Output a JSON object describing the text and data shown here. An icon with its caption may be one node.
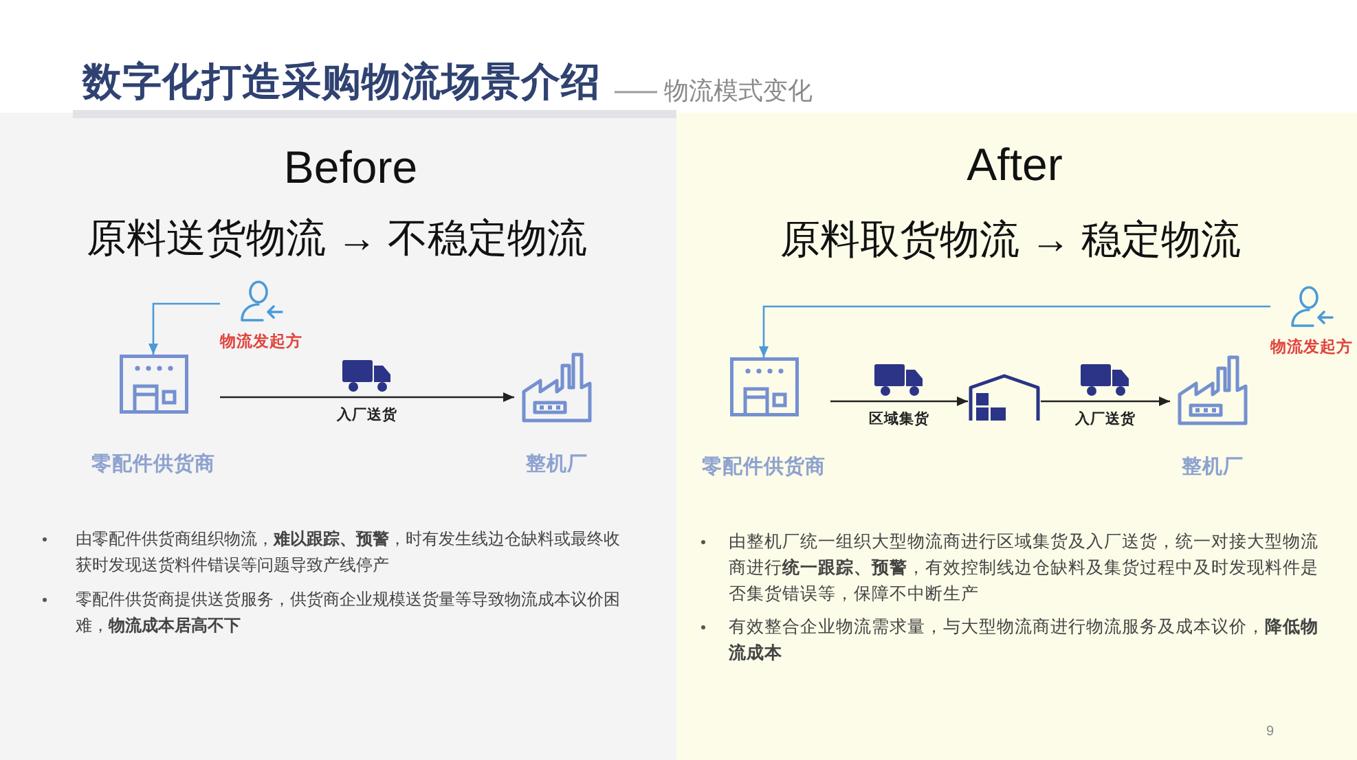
{
  "diagram": {
    "title": "数字化打造采购物流场景介绍",
    "nodes": [
      {
        "text": [
          "Before",
          "原料送货物流 → 不稳定物流",
          "由零配件供货商组织物流，**难以跟踪、预警**，时有发生线边仓缺料或最终收获时发现送货料件错误等问题导致产线停产",
          "零配件供货商提供送货服务，供货商企业规模送货量等导致物流成本议价困难，**物流成本居高不下**"
        ]
      },
      {
        "text": [
          "物流发起方"
        ],
        "in": 0
      },
      {
        "text": [
          "零配件供货商"
        ],
        "in": 0
      },
      {
        "text": [
          "整机厂"
        ],
        "in": 0
      },
      {
        "text": [
          "After",
          "原料取货物流 → 稳定物流",
          "由整机厂统一组织大型物流商进行区域集货及入厂送货，统一对接大型物流商进行**统一跟踪、预警**，有效控制线边仓缺料及集货过程中及时发现料件是否集货错误等，保障不中断生产",
          "有效整合企业物流需求量，与大型物流商进行物流服务及成本议价，**降低物流成本**"
        ]
      },
      {
        "text": [
          "物流发起方"
        ],
        "in": 4
      },
      {
        "text": [
          "零配件供货商"
        ],
        "in": 4
      },
      {
        "text": [],
        "shape": "picture",
        "in": 4
      },
      {
        "text": [
          "整机厂"
        ],
        "in": 4
      }
    ],
    "edges": [
      {
        "from": 1,
        "to": 2,
        "arrow": "to",
        "color": "#4a9ad8"
      },
      {
        "from": 2,
        "to": 3,
        "arrow": "to",
        "label": "入厂送货"
      },
      {
        "from": 5,
        "to": 6,
        "arrow": "to",
        "color": "#4a9ad8"
      },
      {
        "from": 6,
        "to": 7,
        "arrow": "to",
        "label": "区域集货"
      },
      {
        "from": 7,
        "to": 8,
        "arrow": "to",
        "label": "入厂送货"
      }
    ],
    "labels": [
      "物流模式变化",
      "9"
    ]
  }
}
